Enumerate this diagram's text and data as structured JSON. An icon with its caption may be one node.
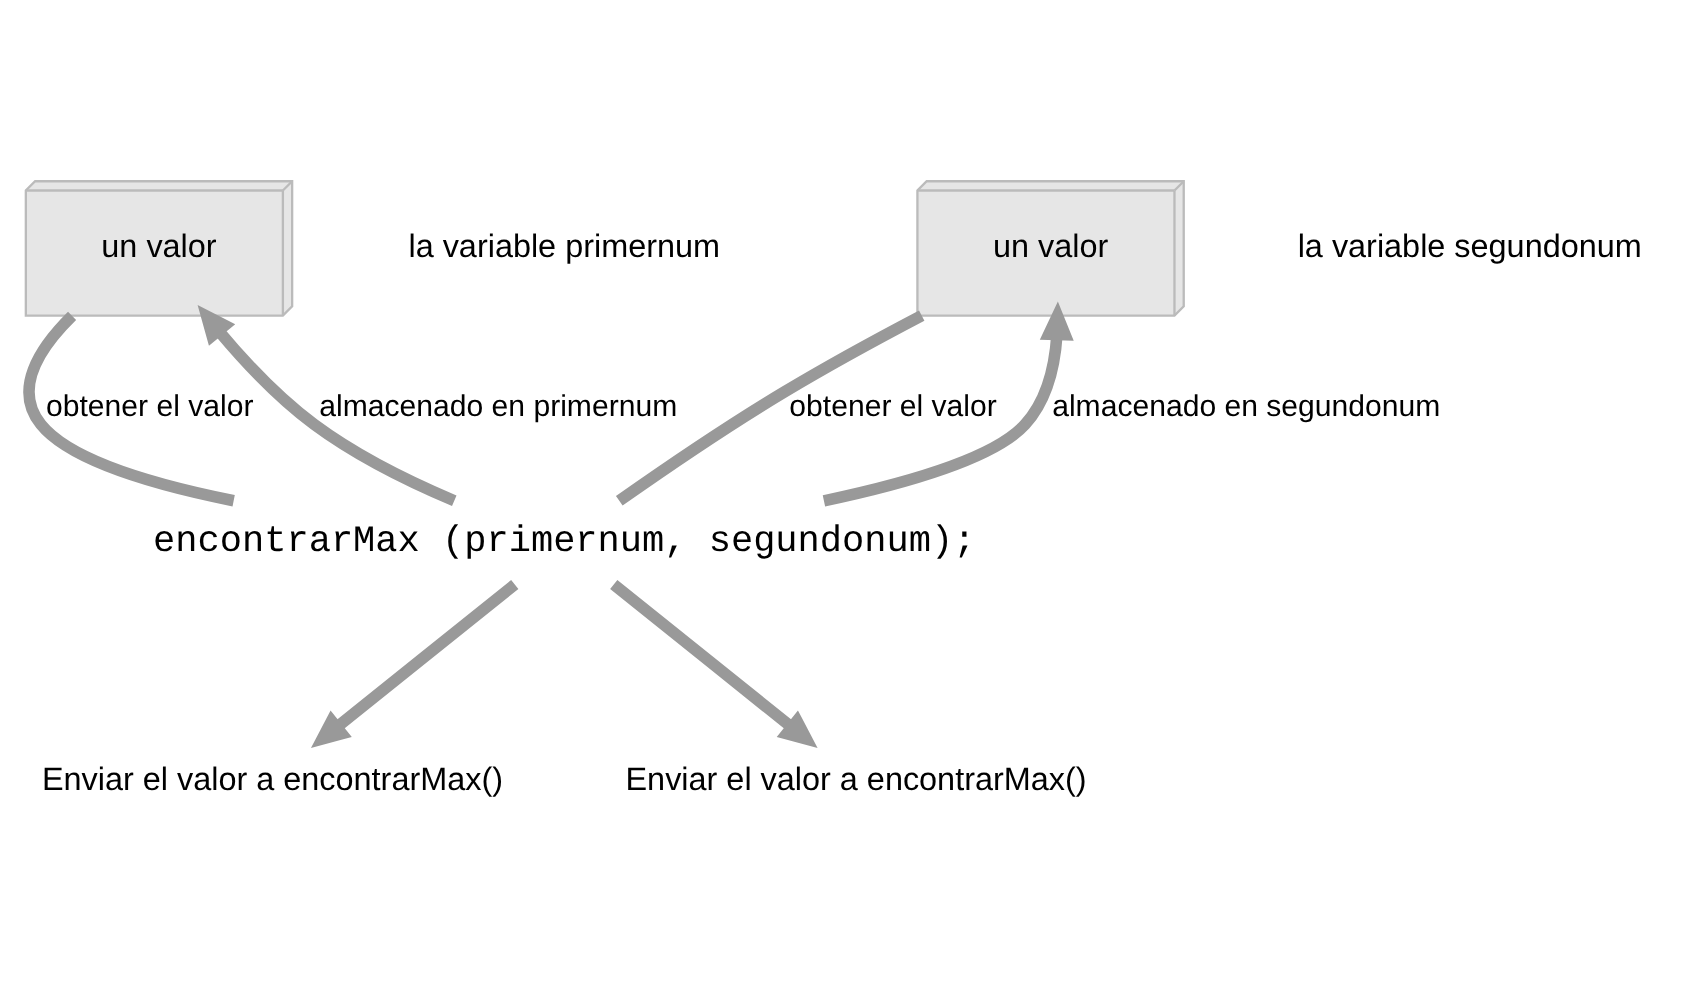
{
  "diagram": {
    "nodes": [
      {
        "text": [
          "un valor"
        ],
        "beside": [
          "la variable primernum"
        ]
      },
      {
        "text": [
          "un valor"
        ],
        "beside": [
          "la variable segundonum"
        ]
      },
      {
        "text": [
          "encontrarMax (primernum, segundonum);"
        ]
      },
      {
        "text": [
          "Enviar el valor a encontrarMax()"
        ]
      },
      {
        "text": [
          "Enviar el valor a encontrarMax()"
        ]
      }
    ],
    "edges": [
      {
        "from": 2,
        "to": 0,
        "arrow": "to",
        "label": "almacenado en primernum"
      },
      {
        "from": 0,
        "to": 2,
        "arrow": "none",
        "label": "obtener el valor"
      },
      {
        "from": 2,
        "to": 1,
        "arrow": "to",
        "label": "almacenado en segundonum"
      },
      {
        "from": 1,
        "to": 2,
        "arrow": "none",
        "label": "obtener el valor"
      },
      {
        "from": 2,
        "to": 3,
        "arrow": "to"
      },
      {
        "from": 2,
        "to": 4,
        "arrow": "to"
      }
    ]
  }
}
